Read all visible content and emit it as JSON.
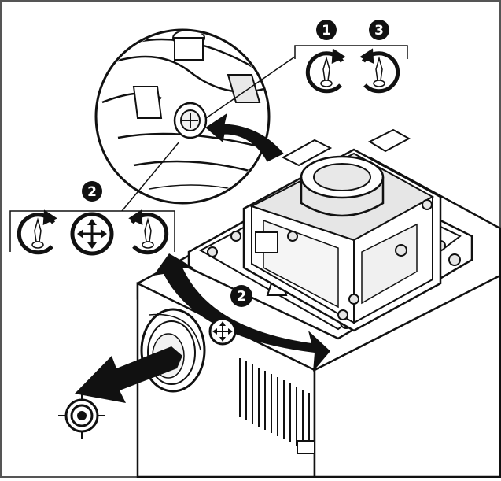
{
  "steps": {
    "step1": "1",
    "step2_top": "2",
    "step3": "3",
    "step2_projector": "2"
  },
  "icons": {
    "loosen": "rotate-ccw-screwdriver-icon",
    "tighten": "rotate-cw-screwdriver-icon",
    "adjust": "move-arrows-icon",
    "target": "crosshair-target-icon"
  },
  "colors": {
    "ink": "#111111",
    "paper": "#ffffff",
    "shade": "#e6e6e6",
    "frame": "#555555"
  }
}
